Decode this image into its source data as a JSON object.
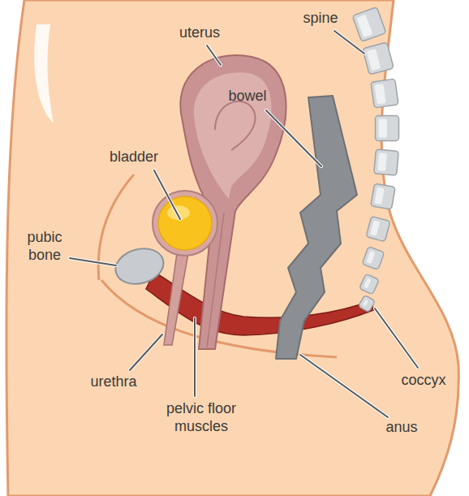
{
  "diagram": {
    "labels": [
      "spine",
      "uterus",
      "bowel",
      "bladder",
      "pubic bone",
      "urethra",
      "pelvic floor muscles",
      "coccyx",
      "anus"
    ]
  }
}
